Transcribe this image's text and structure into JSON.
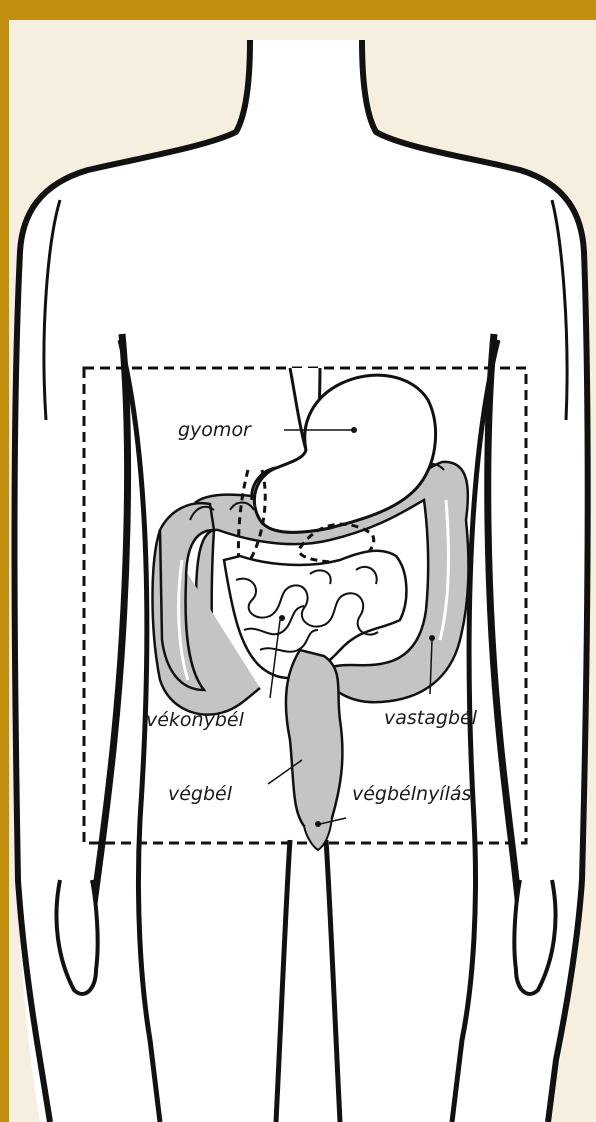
{
  "colors": {
    "frame": "#c38d0e",
    "background": "#f6eedf",
    "organ_fill": "#c4c4c4",
    "outline": "#111111"
  },
  "labels": {
    "stomach": "gyomor",
    "small_intestine": "vékonybél",
    "large_intestine": "vastagbél",
    "rectum": "végbél",
    "anus": "végbélnyílás"
  }
}
